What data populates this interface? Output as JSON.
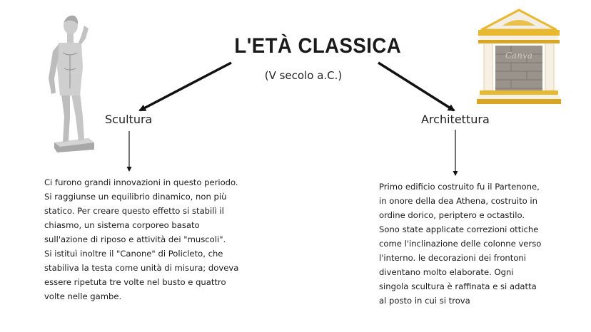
{
  "title": "L'ETÀ CLASSICA",
  "subtitle": "(V secolo a.C.)",
  "branches": {
    "left": {
      "label": "Scultura",
      "text": "Ci furono grandi innovazioni in questo periodo.\nSi raggiunse un equilibrio dinamico, non più\nstatico. Per creare questo effetto si stabilì il\nchiasmo, un sistema corporeo basato\nsull'azione di riposo e attività dei \"muscoli\".\nSi istituì inoltre il \"Canone\" di Policleto, che\nstabiliva la testa come unità di misura; doveva\nessere ripetuta tre volte nel busto e quattro\nvolte nelle gambe."
    },
    "right": {
      "label": "Architettura",
      "text": "Primo edificio costruito fu il Partenone,\nin onore della dea Athena, costruito in\nordine dorico, periptero e octastilo.\nSono state applicate correzioni ottiche\ncome l'inclinazione delle colonne verso\nl'interno. le decorazioni dei frontoni\ndiventano molto elaborate. Ogni\nsingola scultura è raffinata e si adatta\nal posto in cui si trova"
    }
  },
  "temple_label": "Canva",
  "colors": {
    "arrow": "#111111",
    "temple_gold": "#e8b830",
    "temple_stone": "#9a938b",
    "statue_stone": "#c9c9c9"
  }
}
